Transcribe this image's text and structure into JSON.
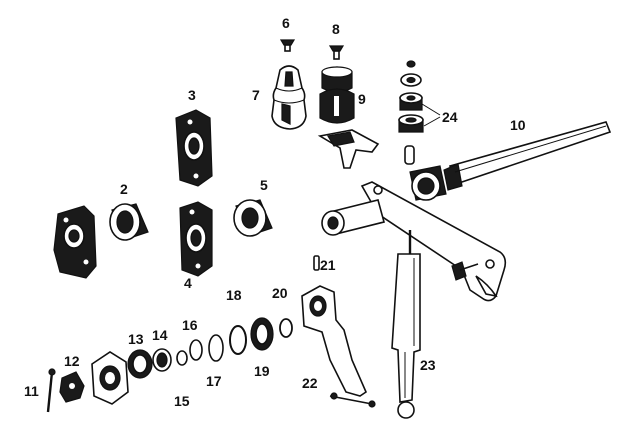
{
  "labels": {
    "p2": "2",
    "p3": "3",
    "p4": "4",
    "p5": "5",
    "p6": "6",
    "p7": "7",
    "p8": "8",
    "p9": "9",
    "p10": "10",
    "p11": "11",
    "p12": "12",
    "p13": "13",
    "p14": "14",
    "p15": "15",
    "p16": "16",
    "p17": "17",
    "p18": "18",
    "p19": "19",
    "p20": "20",
    "p21": "21",
    "p22": "22",
    "p23": "23",
    "p24": "24"
  },
  "colors": {
    "ink": "#111111",
    "paper": "#ffffff"
  }
}
